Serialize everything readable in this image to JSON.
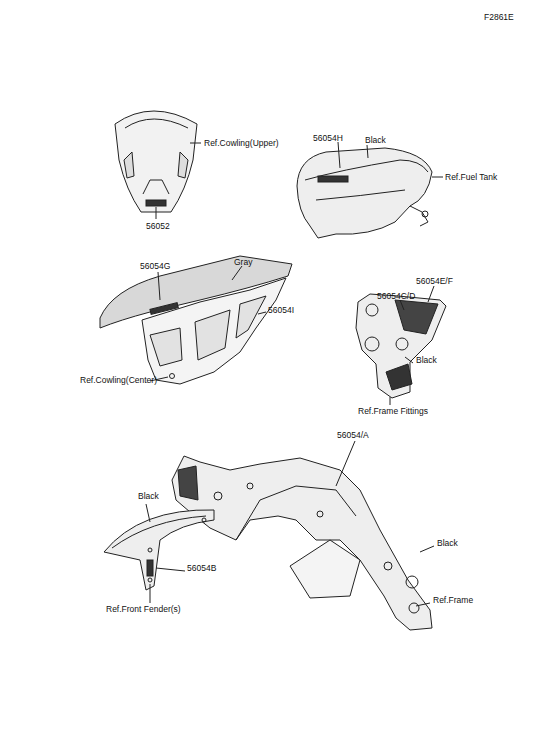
{
  "diagram": {
    "labels": [
      "F2861E",
      "Ref.Cowling(Upper)",
      "56052",
      "56054H",
      "Black",
      "Ref.Fuel Tank",
      "56054G",
      "Gray",
      "56054I",
      "Ref.Cowling(Center)",
      "56054E/F",
      "56054C/D",
      "Black",
      "Ref.Frame Fittings",
      "56054/A",
      "Black",
      "Black",
      "56054B",
      "Ref.Front Fender(s)",
      "Ref.Frame"
    ]
  }
}
